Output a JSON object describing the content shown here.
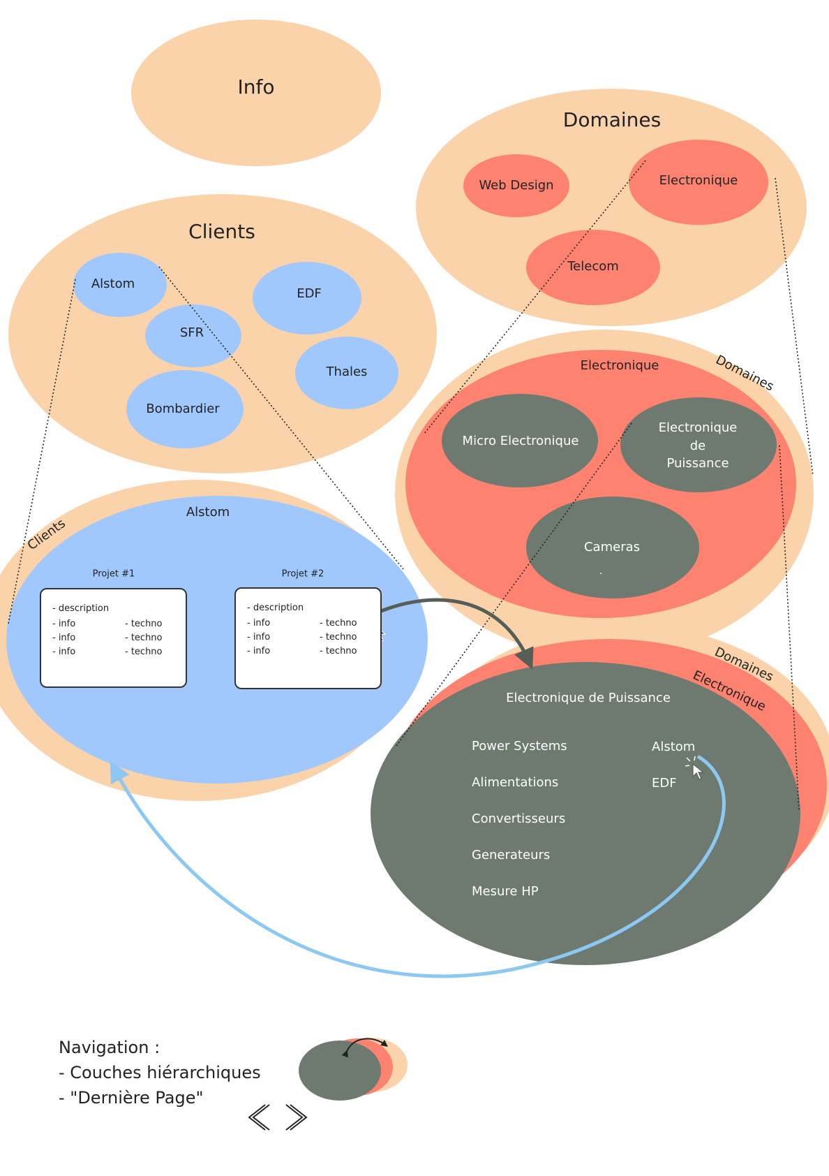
{
  "colors": {
    "peach": "#fbd3ab",
    "red": "#fe8270",
    "blue": "#a0c8fd",
    "gray": "#6e7a70",
    "dark": "#222222",
    "white": "#ffffff"
  },
  "info": {
    "title": "Info"
  },
  "domaines": {
    "title": "Domaines",
    "items": [
      "Web Design",
      "Electronique",
      "Telecom"
    ]
  },
  "clients": {
    "title": "Clients",
    "items": [
      "Alstom",
      "EDF",
      "SFR",
      "Thales",
      "Bombardier"
    ]
  },
  "electronique_layer": {
    "title": "Electronique",
    "parent_label": "Domaines",
    "items": [
      "Micro Electronique",
      "Electronique",
      "de",
      "Puissance",
      "Cameras",
      "."
    ]
  },
  "alstom_layer": {
    "title": "Alstom",
    "parent_label": "Clients",
    "projects": [
      {
        "title": "Projet #1",
        "lines": [
          "- description",
          "- info",
          "- info",
          "- info"
        ],
        "tech": [
          "- techno",
          "- techno",
          "- techno"
        ]
      },
      {
        "title": "Projet #2",
        "lines": [
          "- description",
          "- info",
          "- info",
          "- info"
        ],
        "tech": [
          "- techno",
          "- techno",
          "- techno"
        ]
      }
    ]
  },
  "puissance_layer": {
    "title": "Electronique de Puissance",
    "parent_labels": [
      "Domaines",
      "Electronique"
    ],
    "items": [
      "Power Systems",
      "Alimentations",
      "Convertisseurs",
      "Generateurs",
      "Mesure HP"
    ],
    "clients": [
      "Alstom",
      "EDF"
    ]
  },
  "legend": {
    "title": "Navigation :",
    "items": [
      "- Couches hiérarchiques",
      "- \"Dernière Page\""
    ]
  }
}
